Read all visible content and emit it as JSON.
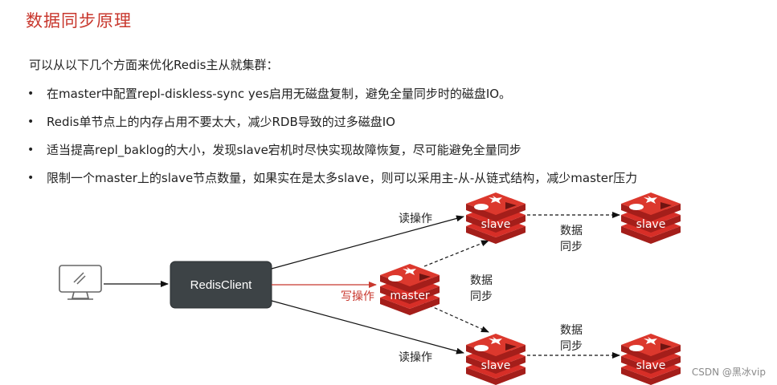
{
  "title": "数据同步原理",
  "intro": "可以从以下几个方面来优化Redis主从就集群：",
  "bullets": [
    "在master中配置repl-diskless-sync yes启用无磁盘复制，避免全量同步时的磁盘IO。",
    "Redis单节点上的内存占用不要太大，减少RDB导致的过多磁盘IO",
    "适当提高repl_baklog的大小，发现slave宕机时尽快实现故障恢复，尽可能避免全量同步",
    "限制一个master上的slave节点数量，如果实在是太多slave，则可以采用主-从-从链式结构，减少master压力"
  ],
  "diagram": {
    "client_label": "RedisClient",
    "master_label": "master",
    "slave_label": "slave",
    "read_op": "读操作",
    "write_op": "写操作",
    "sync_line1": "数据",
    "sync_line2": "同步"
  },
  "colors": {
    "title": "#c8372d",
    "redis_red": "#d72e27",
    "client_box": "#3d4346",
    "write_arrow": "#c8372d"
  },
  "icons": {
    "computer": "monitor-icon",
    "redis": "redis-logo-icon"
  },
  "watermark": "CSDN @黑冰vip"
}
